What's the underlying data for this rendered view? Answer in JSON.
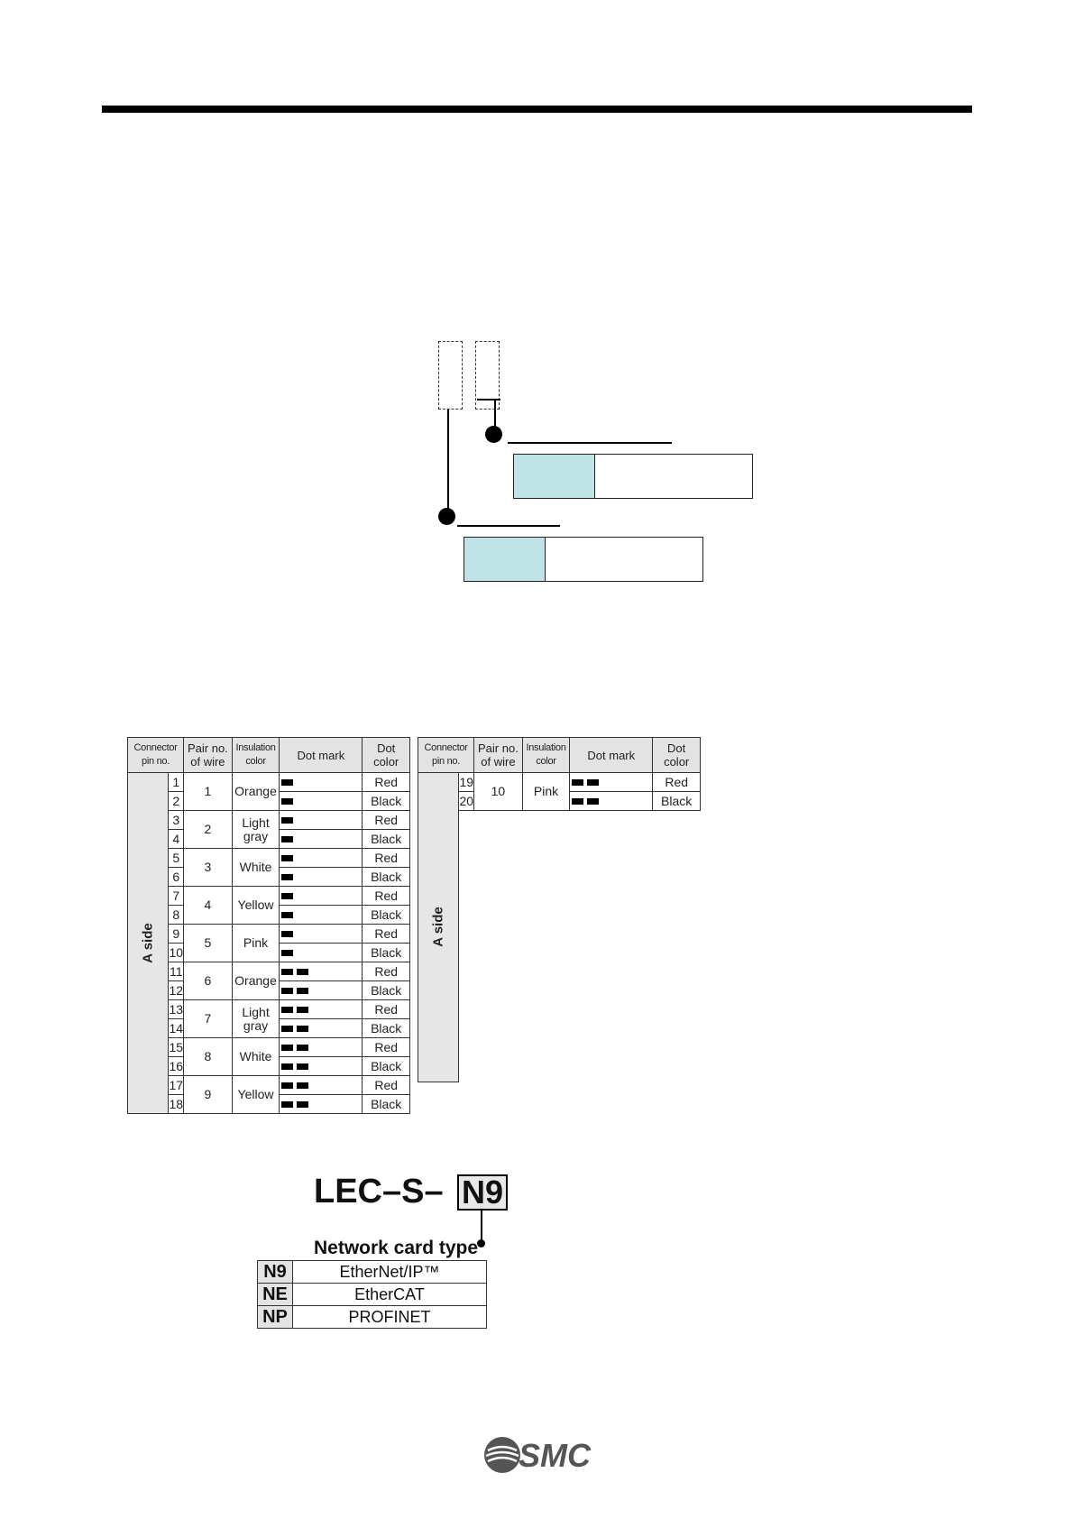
{
  "wire_table_left": {
    "headers": [
      "Connector pin no.",
      "Pair no. of wire",
      "Insulation color",
      "Dot mark",
      "Dot color"
    ],
    "side_label": "A side",
    "pairs": [
      {
        "pair": "1",
        "color": "Orange",
        "marks": 1,
        "pins": [
          "1",
          "2"
        ]
      },
      {
        "pair": "2",
        "color": "Light gray",
        "marks": 1,
        "pins": [
          "3",
          "4"
        ]
      },
      {
        "pair": "3",
        "color": "White",
        "marks": 1,
        "pins": [
          "5",
          "6"
        ]
      },
      {
        "pair": "4",
        "color": "Yellow",
        "marks": 1,
        "pins": [
          "7",
          "8"
        ]
      },
      {
        "pair": "5",
        "color": "Pink",
        "marks": 1,
        "pins": [
          "9",
          "10"
        ]
      },
      {
        "pair": "6",
        "color": "Orange",
        "marks": 2,
        "pins": [
          "11",
          "12"
        ]
      },
      {
        "pair": "7",
        "color": "Light gray",
        "marks": 2,
        "pins": [
          "13",
          "14"
        ]
      },
      {
        "pair": "8",
        "color": "White",
        "marks": 2,
        "pins": [
          "15",
          "16"
        ]
      },
      {
        "pair": "9",
        "color": "Yellow",
        "marks": 2,
        "pins": [
          "17",
          "18"
        ]
      }
    ],
    "dot_colors": [
      "Red",
      "Black"
    ]
  },
  "wire_table_right": {
    "headers": [
      "Connector pin no.",
      "Pair no. of wire",
      "Insulation color",
      "Dot mark",
      "Dot color"
    ],
    "side_label": "A side",
    "pairs": [
      {
        "pair": "10",
        "color": "Pink",
        "marks": 2,
        "pins": [
          "19",
          "20"
        ]
      }
    ],
    "dot_colors": [
      "Red",
      "Black"
    ]
  },
  "model_code": {
    "prefix": "LEC–S–",
    "option": "N9",
    "label": "Network card type",
    "options": [
      {
        "code": "N9",
        "name": "EtherNet/IP™"
      },
      {
        "code": "NE",
        "name": "EtherCAT"
      },
      {
        "code": "NP",
        "name": "PROFINET"
      }
    ]
  },
  "logo": {
    "text": "SMC"
  },
  "colors": {
    "highlight": "#bfe3e6",
    "header_bg": "#e3e3e3"
  }
}
